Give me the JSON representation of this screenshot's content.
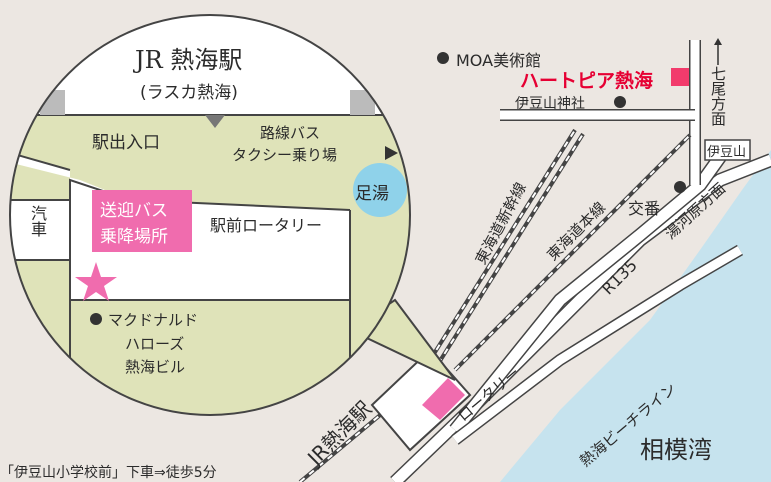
{
  "colors": {
    "background": "#ece7e2",
    "sea": "#c6e3ee",
    "road": "#ffffff",
    "road_outline": "#444444",
    "inset_fill": "#dfe3b9",
    "station_box": "#ffffff",
    "accent_pink": "#f06cae",
    "accent_red": "#e60033",
    "footbath": "#8fd2ea",
    "text": "#2b2b2b"
  },
  "inset": {
    "station_name": "JR 熱海駅",
    "station_sub": "(ラスカ熱海)",
    "exit_label": "駅出入口",
    "bus_taxi_line1": "路線バス",
    "bus_taxi_line2": "タクシー乗り場",
    "footbath": "足湯",
    "pickup_line1": "送迎バス",
    "pickup_line2": "乗降場所",
    "rotary": "駅前ロータリー",
    "car_label": "汽車",
    "mcdonalds": "マクドナルド",
    "building_line1": "ハローズ",
    "building_line2": "熱海ビル",
    "icons": {
      "star": "star-icon",
      "arrow": "triangle-right-icon",
      "shield": "shield-icon"
    }
  },
  "map": {
    "moa": "MOA美術館",
    "hotel": "ハートピア熱海",
    "shrine": "伊豆山神社",
    "shichio": "七尾方面",
    "izusan_tag": "伊豆山",
    "koban": "交番",
    "yugawara": "湯河原方面",
    "shinkansen": "東海道新幹線",
    "honsen": "東海道本線",
    "r135": "R135",
    "atami_station": "JR熱海駅",
    "rotary": "ロータリー",
    "beach_line": "熱海ビーチライン",
    "bay": "相模湾",
    "bus_note": "「伊豆山小学校前」下車⇒徒歩5分"
  }
}
